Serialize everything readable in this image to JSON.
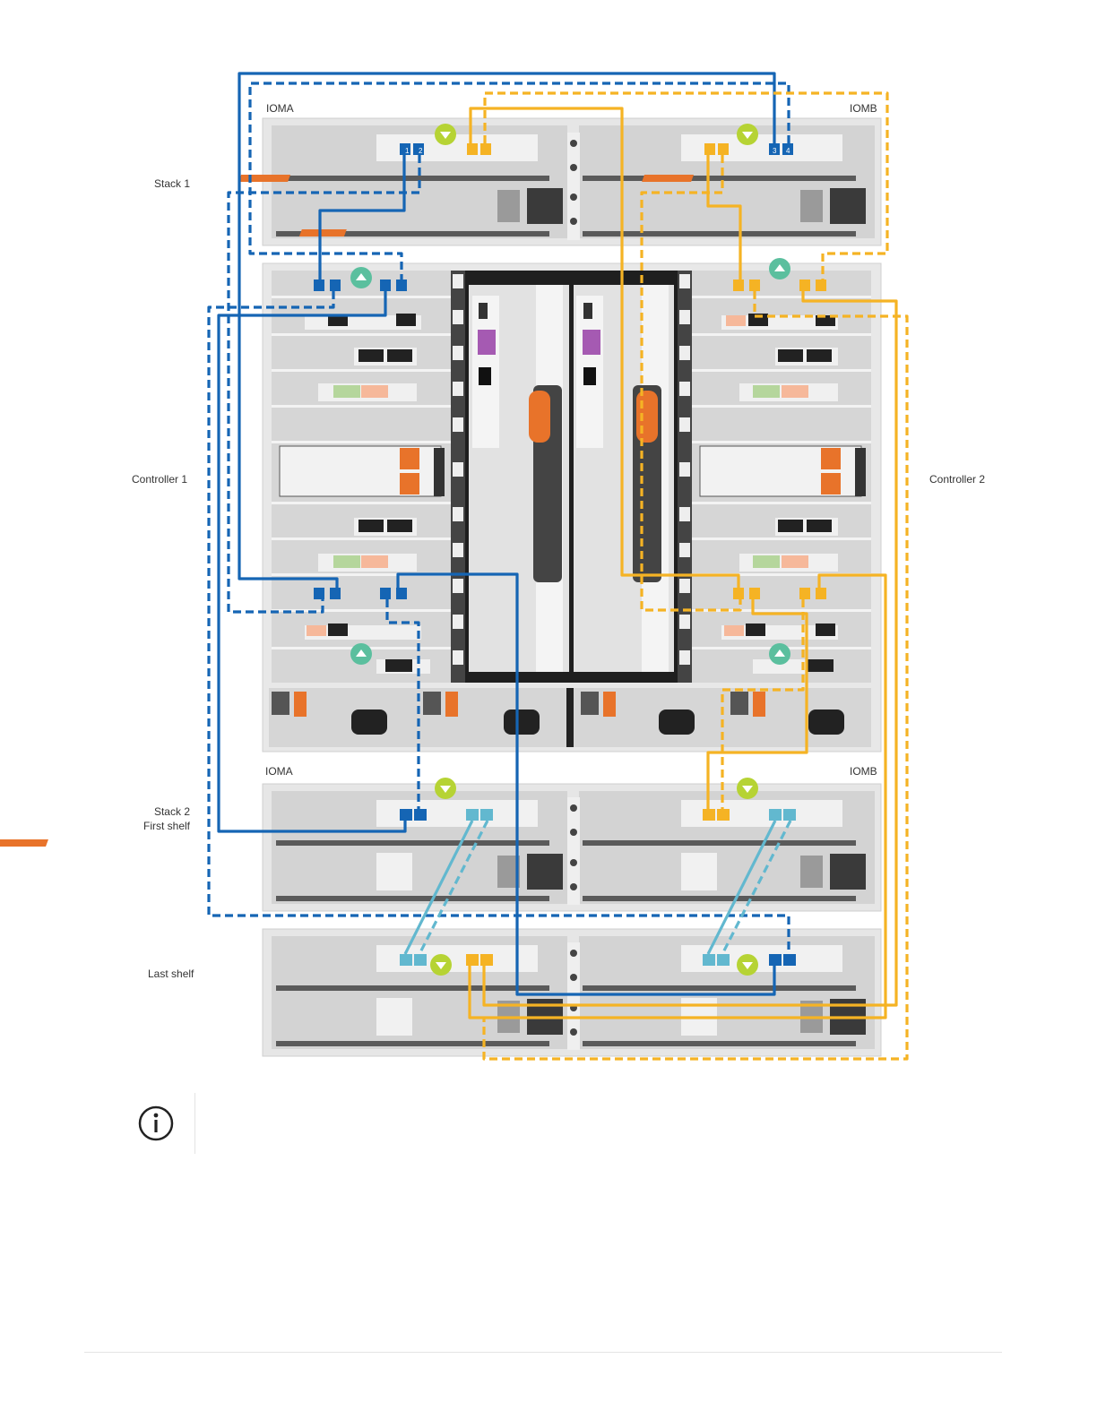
{
  "labels": {
    "ioma_top": "IOMA",
    "iomb_top": "IOMB",
    "stack1": "Stack 1",
    "controller1": "Controller 1",
    "controller2": "Controller 2",
    "ioma_bottom": "IOMA",
    "iomb_bottom": "IOMB",
    "stack2_line1": "Stack 2",
    "stack2_line2": "First shelf",
    "last_shelf": "Last shelf"
  },
  "ports": {
    "stack1_ioma": [
      "1",
      "2"
    ],
    "stack1_iomb": [
      "3",
      "4"
    ]
  },
  "colors": {
    "cable_blue": "#1565b4",
    "cable_orange": "#f5b324",
    "cable_light_blue": "#62b8cf",
    "chassis_grey": "#d9d9d9",
    "chassis_dark": "#8a8a8a",
    "handle_orange": "#e8732a",
    "status_green": "#b6d334",
    "status_teal": "#5bbf9e"
  },
  "icons": {
    "note": "info-circle-icon"
  }
}
